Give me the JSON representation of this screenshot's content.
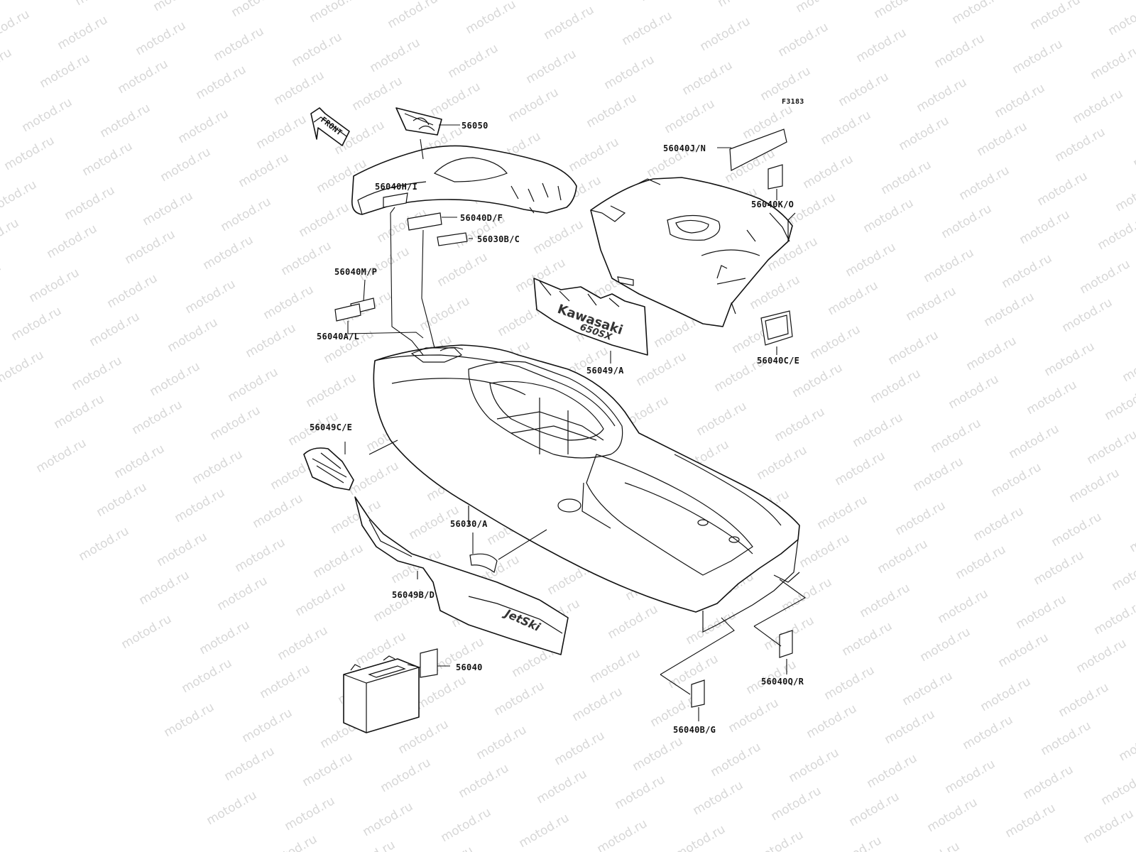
{
  "figure_code": "F3183",
  "front_arrow": "FRONT",
  "watermark": "motod.ru",
  "decal_text": {
    "brand": "Kawasaki",
    "model": "650SX",
    "jetski": "JetSki"
  },
  "labels": {
    "p56050": "56050",
    "p56040jn": "56040J/N",
    "p56040ko": "56040K/O",
    "p56040hi": "56040H/I",
    "p56040df": "56040D/F",
    "p56040mp": "56040M/P",
    "p56030bc": "56030B/C",
    "p56040al": "56040A/L",
    "p56049a": "56049/A",
    "p56040ce": "56040C/E",
    "p56049ce": "56049C/E",
    "p56030a": "56030/A",
    "p56049bd": "56049B/D",
    "p56040": "56040",
    "p56040qr": "56040Q/R",
    "p56040bg": "56040B/G"
  }
}
